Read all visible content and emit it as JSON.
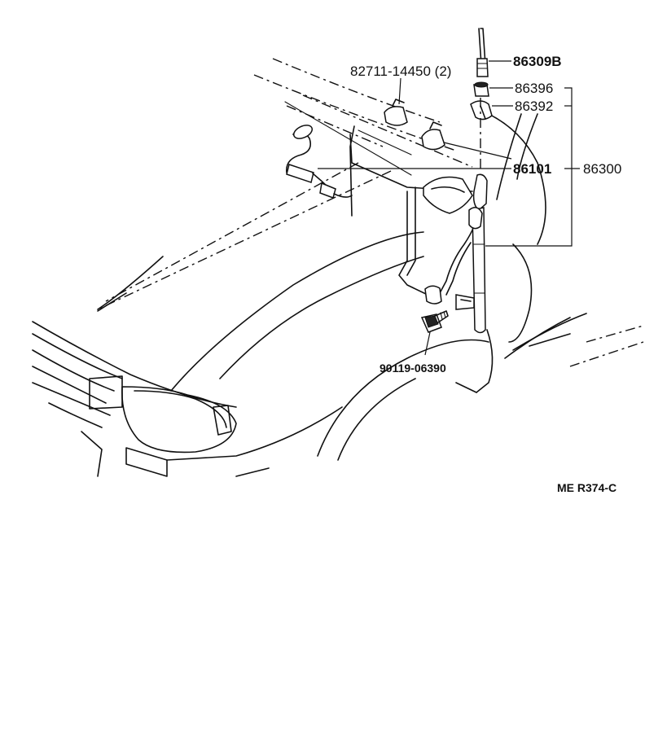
{
  "labels": {
    "clip": "82711-14450 (2)",
    "antenna_pole": "86309B",
    "nut": "86396",
    "bezel": "86392",
    "cord": "86101",
    "assembly": "86300",
    "bolt": "90119-06390",
    "diagram_code": "ME R374-C"
  }
}
